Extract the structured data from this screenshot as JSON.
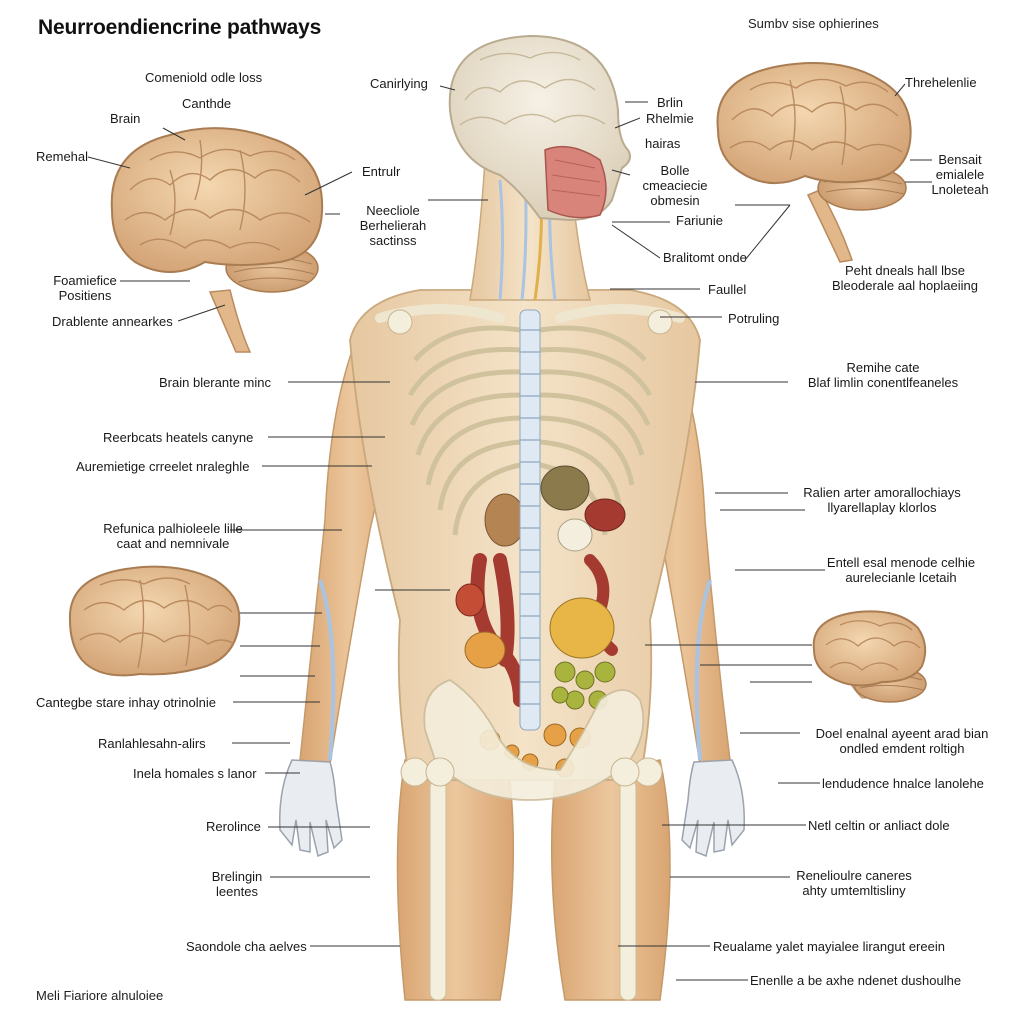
{
  "title": "Neurroendiencrine pathways",
  "subtitle": "Sumbv sise ophierines",
  "footer": "Meli Fiariore alnuloiee",
  "labels": {
    "comenioid_odle_loss": "Comeniold odle loss",
    "canthde": "Canthde",
    "brain_tl": "Brain",
    "remehal": "Remehal",
    "foamiefice": "Foamiefice",
    "positiens": "Positiens",
    "drablente": "Drablente annearkes",
    "canirying": "Canirlying",
    "brlin": "Brlin",
    "rhelmie": "Rhelmie",
    "hairas": "hairas",
    "entrulr": "Entrulr",
    "bolle": "Bolle",
    "cmeaciecie": "cmeaciecie",
    "obmesin": "obmesin",
    "neecliole": "Neecliole",
    "berhelierah": "Berhelierah",
    "sactinss": "sactinss",
    "fariunie": "Fariunie",
    "bralitomt": "Bralitomt onde",
    "faullel": "Faullel",
    "potruling": "Potruling",
    "threhelenlie": "Threhelenlie",
    "bensait": "Bensait",
    "emialele": "emialele",
    "lnoleteah": "Lnoleteah",
    "peht_dneals": "Peht dneals hall lbse",
    "bleoderale": "Bleoderale aal hoplaeiing",
    "brain_blerante": "Brain blerante minc",
    "reerbcats": "Reerbcats heatels canyne",
    "auremietige": "Auremietige crreelet nraleghle",
    "refunica_1": "Refunica palhioleele lille",
    "refunica_2": "caat and nemnivale",
    "remihe_cate": "Remihe cate",
    "blaf_limlin": "Blaf limlin conentlfeaneles",
    "ralien_arter": "Ralien arter amorallochiays",
    "ilyarellaplay": "llyarellaplay klorlos",
    "entell_esal": "Entell esal menode celhie",
    "aurelecianle": "aurelecianle lcetaih",
    "cantegbe": "Cantegbe stare inhay otrinolnie",
    "ranlahlesahn": "Ranlahlesahn-alirs",
    "inela_homales": "Inela homales s lanor",
    "doel_enalnal_1": "Doel enalnal ayeent arad bian",
    "doel_enalnal_2": "ondled emdent roltigh",
    "lendudence": "lendudence hnalce lanolehe",
    "rerolince": "Rerolince",
    "netl_celtin": "Netl celtin or anliact dole",
    "brelingin": "Brelingin",
    "leentes": "leentes",
    "renelioulre_1": "Renelioulre caneres",
    "renelioulre_2": "ahty umtemltisliny",
    "saondole": "Saondole cha aelves",
    "reualame": "Reualame yalet mayialee lirangut ereein",
    "enenlle": "Enenlle a be axhe ndenet dushoulhe"
  },
  "colors": {
    "skin": "#f1d9b5",
    "muscle": "#e6c192",
    "bone": "#f4eedc",
    "brain": "#e9c49a",
    "brain_dark": "#c8976a",
    "nerve_blue": "#a8c4e2",
    "organ_red": "#b5433a",
    "organ_yellow": "#e8b547",
    "organ_green": "#a9b43e",
    "line": "#333333"
  }
}
